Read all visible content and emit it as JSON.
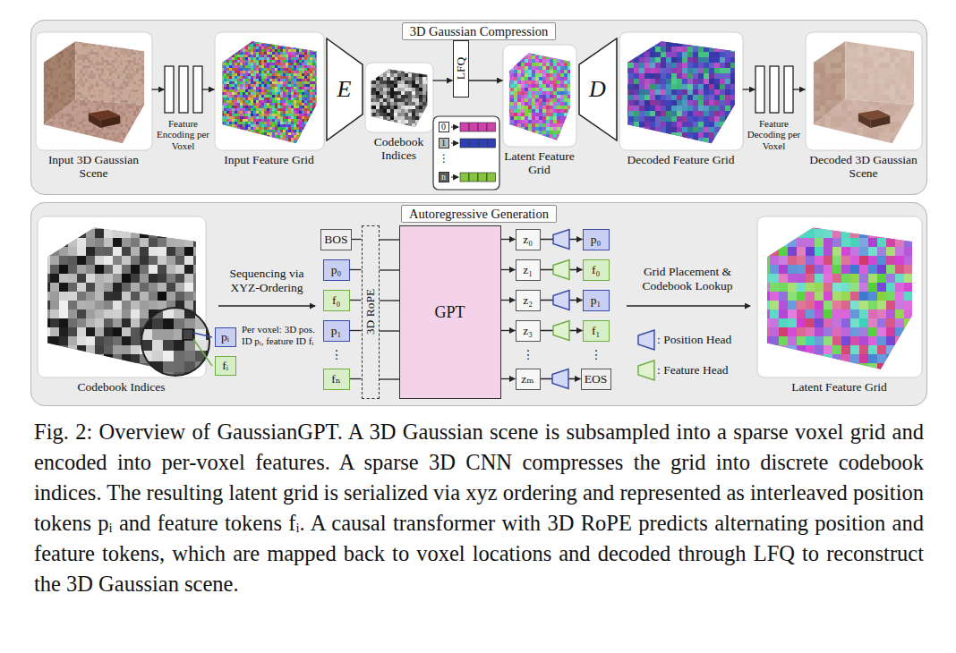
{
  "diagram": {
    "caption": "Fig. 2: Overview of GaussianGPT. A 3D Gaussian scene is subsampled into a sparse voxel grid and encoded into per-voxel features. A sparse 3D CNN compresses the grid into discrete codebook indices. The resulting latent grid is serialized via xyz ordering and represented as interleaved position tokens pᵢ and feature tokens fᵢ. A causal transformer with 3D RoPE predicts alternating position and feature tokens, which are mapped back to voxel locations and decoded through LFQ to reconstruct the 3D Gaussian scene.",
    "nodes": [
      {
        "text": [
          "3D Gaussian Compression"
        ]
      },
      {
        "text": [
          "Input 3D Gaussian Scene"
        ],
        "in": 0
      },
      {
        "text": [
          "Feature Encoding per Voxel"
        ],
        "in": 0
      },
      {
        "text": [
          "Input Feature Grid"
        ],
        "in": 0
      },
      {
        "text": [
          "E"
        ],
        "in": 0
      },
      {
        "text": [
          "Codebook Indices"
        ],
        "in": 0
      },
      {
        "text": [
          "LFQ"
        ],
        "in": 0
      },
      {
        "text": [
          "0"
        ],
        "in": 0
      },
      {
        "text": [
          "1"
        ],
        "in": 0
      },
      {
        "text": [
          "n"
        ],
        "in": 0
      },
      {
        "text": [
          "Latent Feature Grid"
        ],
        "in": 0
      },
      {
        "text": [
          "D"
        ],
        "in": 0
      },
      {
        "text": [
          "Decoded Feature Grid"
        ],
        "in": 0
      },
      {
        "text": [
          "Feature Decoding per Voxel"
        ],
        "in": 0
      },
      {
        "text": [
          "Decoded 3D Gaussian Scene"
        ],
        "in": 0
      },
      {
        "text": [
          "Autoregressive Generation"
        ]
      },
      {
        "text": [
          "Codebook Indices"
        ],
        "in": 15
      },
      {
        "text": [
          "pᵢ"
        ],
        "in": 15
      },
      {
        "text": [
          "fᵢ"
        ],
        "in": 15
      },
      {
        "text": [
          "BOS"
        ],
        "in": 15
      },
      {
        "text": [
          "p₀"
        ],
        "in": 15
      },
      {
        "text": [
          "f₀"
        ],
        "in": 15
      },
      {
        "text": [
          "p₁"
        ],
        "in": 15
      },
      {
        "text": [
          "fₙ"
        ],
        "in": 15
      },
      {
        "text": [
          "3D RoPE"
        ],
        "in": 15
      },
      {
        "text": [
          "GPT"
        ],
        "in": 15
      },
      {
        "text": [
          "z₀"
        ],
        "in": 15
      },
      {
        "text": [
          "z₁"
        ],
        "in": 15
      },
      {
        "text": [
          "z₂"
        ],
        "in": 15
      },
      {
        "text": [
          "z₃"
        ],
        "in": 15
      },
      {
        "text": [
          "zₘ"
        ],
        "in": 15
      },
      {
        "text": [
          "p₀"
        ],
        "in": 15
      },
      {
        "text": [
          "f₀"
        ],
        "in": 15
      },
      {
        "text": [
          "p₁"
        ],
        "in": 15
      },
      {
        "text": [
          "f₁"
        ],
        "in": 15
      },
      {
        "text": [
          "EOS"
        ],
        "in": 15
      },
      {
        "text": [
          "Latent Feature Grid"
        ],
        "in": 15
      }
    ],
    "edges": [
      {
        "from": 1,
        "to": 2,
        "arrow": "to"
      },
      {
        "from": 2,
        "to": 3,
        "arrow": "to"
      },
      {
        "from": 5,
        "to": 6,
        "arrow": "to"
      },
      {
        "from": 6,
        "to": 10,
        "arrow": "to"
      },
      {
        "from": 12,
        "to": 13,
        "arrow": "to"
      },
      {
        "from": 13,
        "to": 14,
        "arrow": "to"
      },
      {
        "from": 19,
        "to": 24,
        "arrow": "none"
      },
      {
        "from": 20,
        "to": 24,
        "arrow": "none"
      },
      {
        "from": 21,
        "to": 24,
        "arrow": "none"
      },
      {
        "from": 22,
        "to": 24,
        "arrow": "none"
      },
      {
        "from": 23,
        "to": 24,
        "arrow": "none"
      },
      {
        "from": 25,
        "to": 26,
        "arrow": "to"
      },
      {
        "from": 25,
        "to": 27,
        "arrow": "to"
      },
      {
        "from": 25,
        "to": 28,
        "arrow": "to"
      },
      {
        "from": 25,
        "to": 29,
        "arrow": "to"
      },
      {
        "from": 25,
        "to": 30,
        "arrow": "to"
      },
      {
        "from": 26,
        "to": 31,
        "arrow": "to"
      },
      {
        "from": 27,
        "to": 32,
        "arrow": "to"
      },
      {
        "from": 28,
        "to": 33,
        "arrow": "to"
      },
      {
        "from": 29,
        "to": 34,
        "arrow": "to"
      },
      {
        "from": 30,
        "to": 35,
        "arrow": "to"
      }
    ],
    "labels": [
      "⋮",
      "Per voxel: 3D pos. ID pᵢ, feature ID fᵢ",
      "Sequencing via XYZ-Ordering",
      "⋮",
      "⋮",
      "⋮",
      "Grid Placement & Codebook Lookup"
    ],
    "legend": [
      {
        "text": ": Position Head"
      },
      {
        "text": ": Feature Head"
      }
    ]
  }
}
